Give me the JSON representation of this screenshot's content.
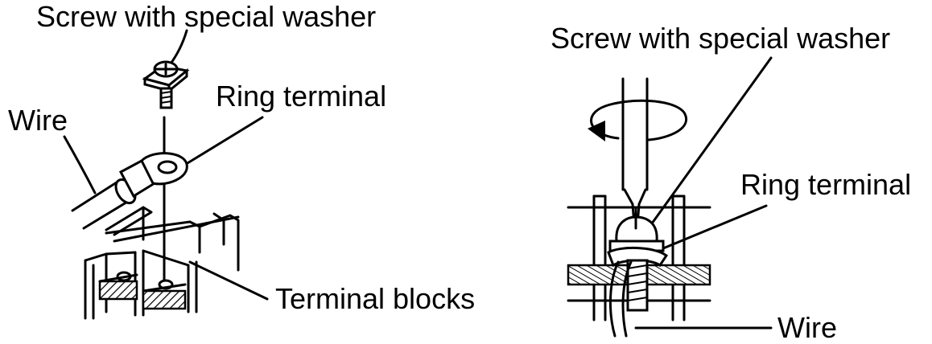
{
  "left_panel": {
    "labels": {
      "screw": "Screw with special washer",
      "ring": "Ring terminal",
      "wire": "Wire",
      "blocks": "Terminal blocks"
    }
  },
  "right_panel": {
    "labels": {
      "screw": "Screw with special washer",
      "ring": "Ring terminal",
      "wire": "Wire"
    }
  }
}
